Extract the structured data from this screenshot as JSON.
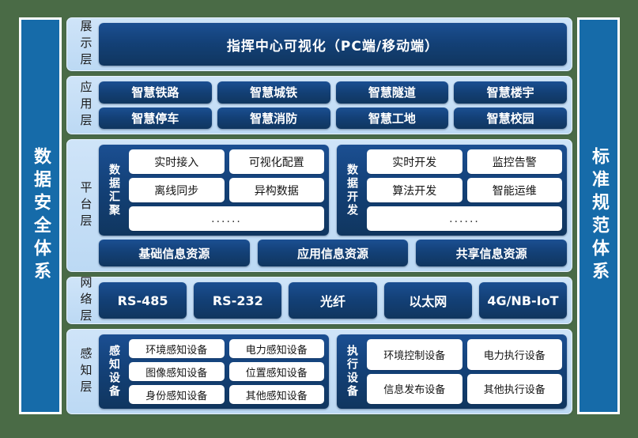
{
  "pillars": {
    "left": "数据安全体系",
    "right": "标准规范体系"
  },
  "colors": {
    "page_background": "#4a6b46",
    "pillar": "#166ba9",
    "band_background": "#cfe4f8",
    "navy_box": "#134076",
    "chip": "#ffffff"
  },
  "layers": {
    "display": {
      "label": "展示层",
      "items": [
        "指挥中心可视化（PC端/移动端）"
      ]
    },
    "application": {
      "label": "应用层",
      "row1": [
        "智慧铁路",
        "智慧城铁",
        "智慧隧道",
        "智慧楼宇"
      ],
      "row2": [
        "智慧停车",
        "智慧消防",
        "智慧工地",
        "智慧校园"
      ]
    },
    "platform": {
      "label": "平台层",
      "groups": [
        {
          "title": "数据汇聚",
          "row1": [
            "实时接入",
            "可视化配置"
          ],
          "row2": [
            "离线同步",
            "异构数据"
          ],
          "row3": [
            "......"
          ]
        },
        {
          "title": "数据开发",
          "row1": [
            "实时开发",
            "监控告警"
          ],
          "row2": [
            "算法开发",
            "智能运维"
          ],
          "row3": [
            "......"
          ]
        }
      ],
      "resources": [
        "基础信息资源",
        "应用信息资源",
        "共享信息资源"
      ]
    },
    "network": {
      "label": "网络层",
      "items": [
        "RS-485",
        "RS-232",
        "光纤",
        "以太网",
        "4G/NB-IoT"
      ]
    },
    "sensing": {
      "label": "感知层",
      "groups": [
        {
          "title": "感知设备",
          "row1": [
            "环境感知设备",
            "电力感知设备"
          ],
          "row2": [
            "图像感知设备",
            "位置感知设备"
          ],
          "row3": [
            "身份感知设备",
            "其他感知设备"
          ]
        },
        {
          "title": "执行设备",
          "row1": [
            "环境控制设备",
            "电力执行设备"
          ],
          "row2": [
            "信息发布设备",
            "其他执行设备"
          ]
        }
      ]
    }
  }
}
